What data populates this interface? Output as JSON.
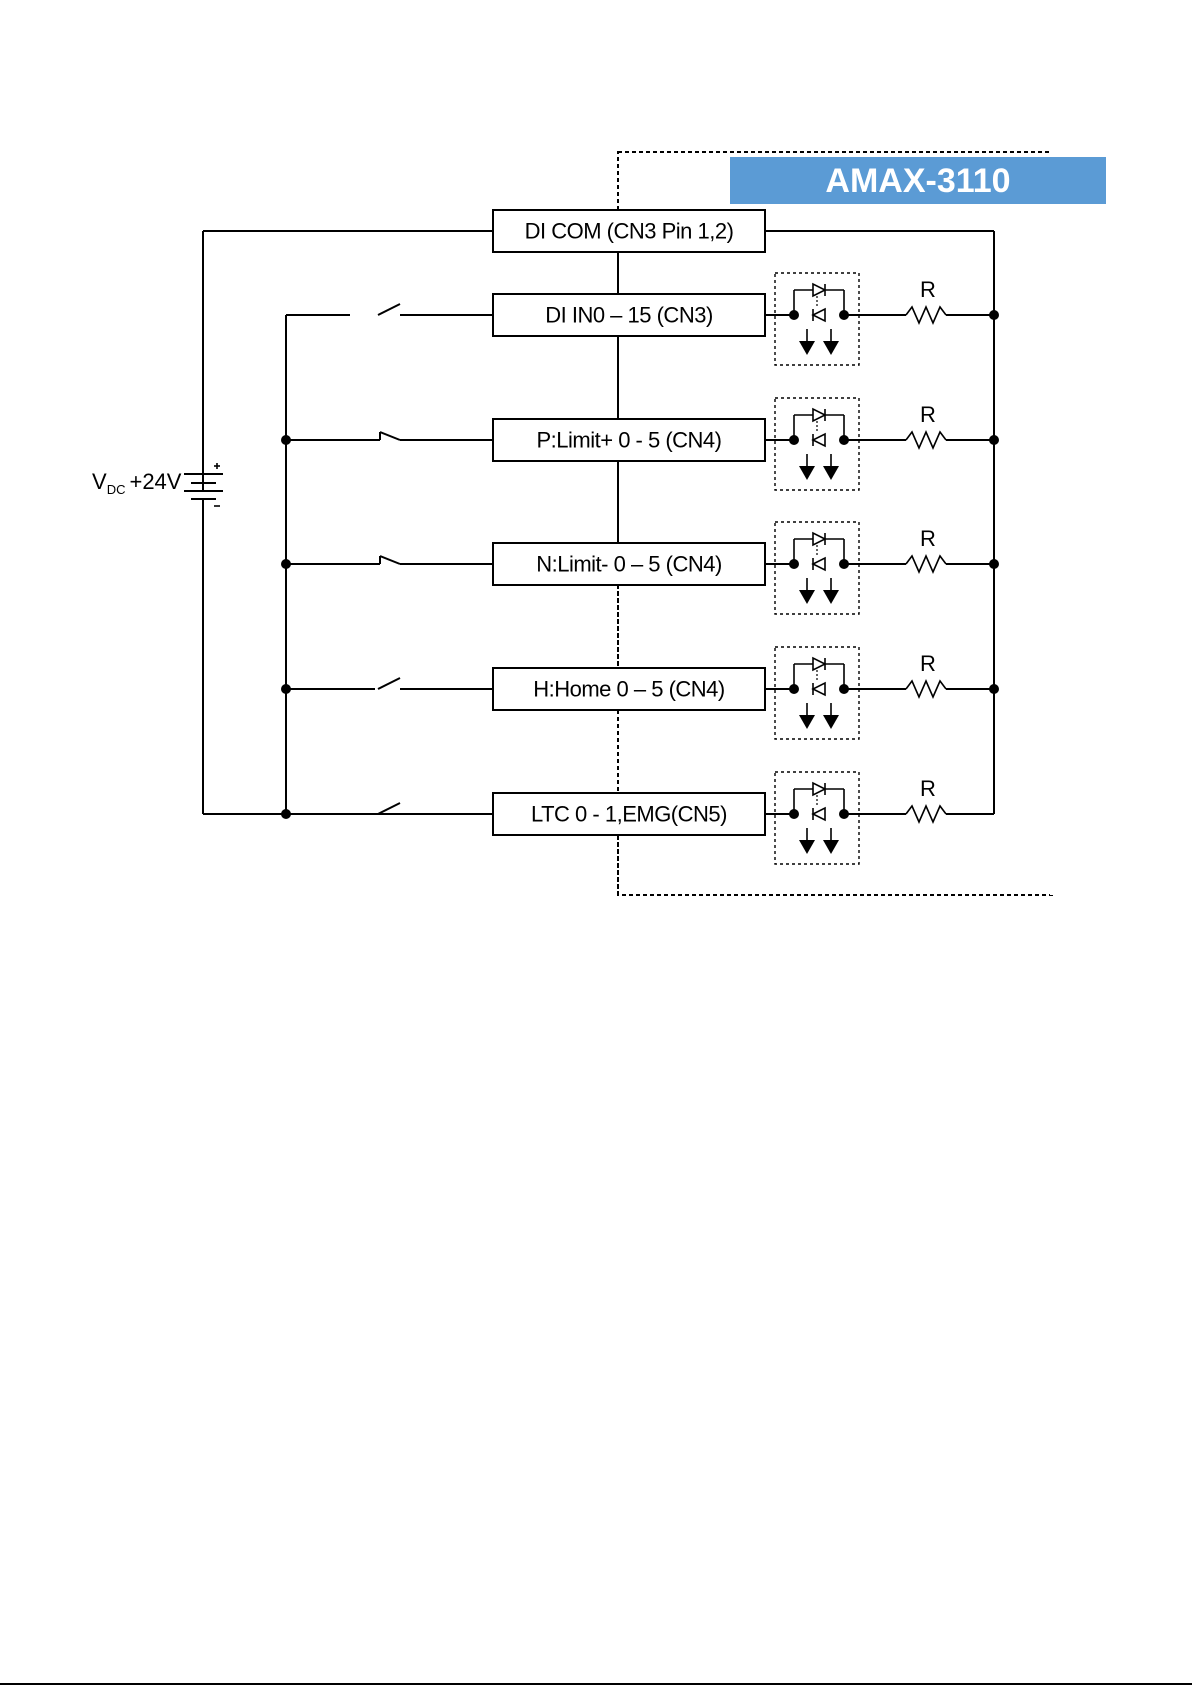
{
  "title": "AMAX-3110",
  "colors": {
    "title_bg": "#5b9bd5",
    "title_text": "#ffffff",
    "line": "#000000"
  },
  "power": {
    "v_main": "V",
    "v_sub": "DC",
    "v_value": "+24V"
  },
  "labels": {
    "com": "DI COM (CN3 Pin 1,2)",
    "rows": [
      "DI IN0 – 15 (CN3)",
      "P:Limit+ 0 - 5 (CN4)",
      "N:Limit- 0 – 5 (CN4)",
      "H:Home 0 – 5 (CN4)",
      "LTC 0 - 1,EMG(CN5)"
    ]
  },
  "resistor_label": "R"
}
